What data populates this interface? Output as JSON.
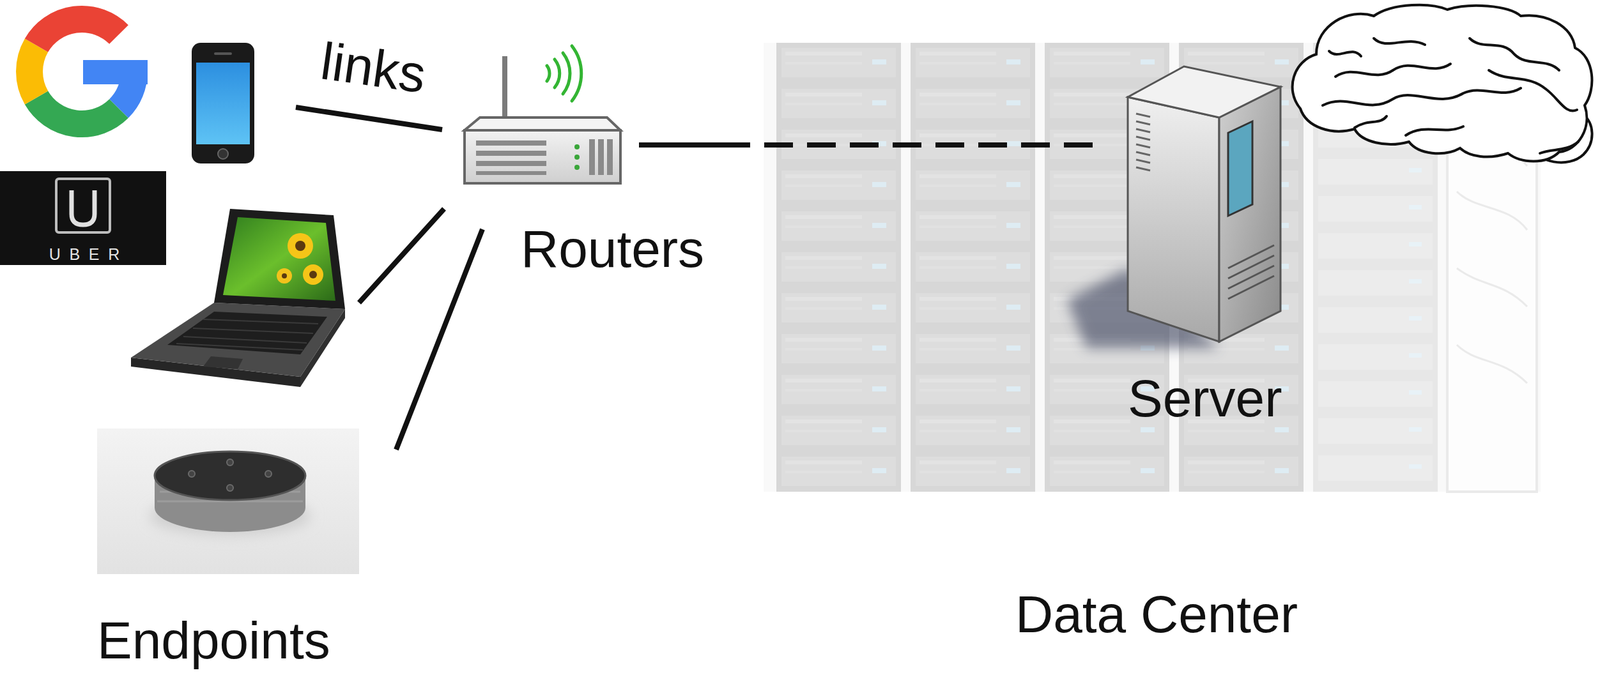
{
  "diagram": {
    "nodes": [
      {
        "text": [
          "Routers"
        ]
      },
      {
        "text": [
          "Server"
        ]
      }
    ],
    "edges": [
      {
        "from": 0,
        "to": 1,
        "arrow": "none"
      }
    ],
    "labels": [
      "links",
      "UBER",
      "Endpoints",
      "Data Center"
    ]
  }
}
